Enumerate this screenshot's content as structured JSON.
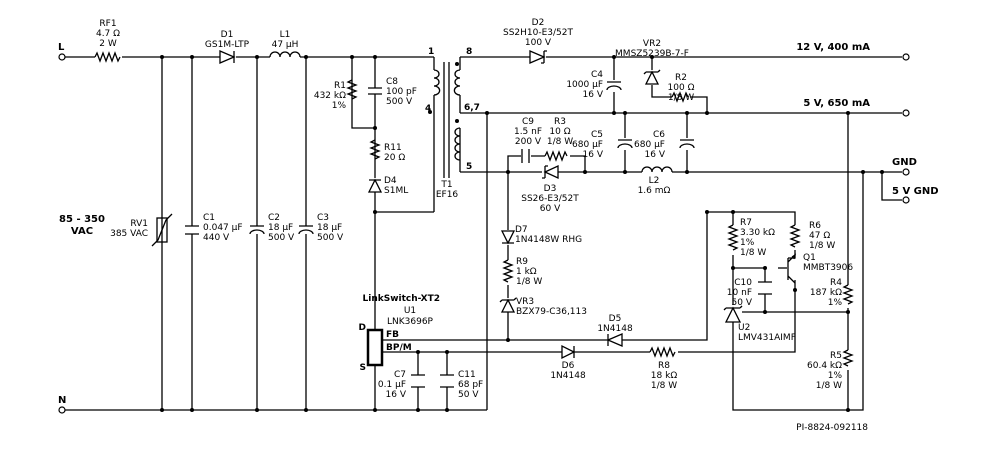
{
  "terminals": {
    "L": "L",
    "N": "N",
    "out12": "12 V, 400 mA",
    "out5": "5 V, 650 mA",
    "gnd": "GND",
    "gnd5": "5 V GND"
  },
  "input": {
    "line1": "85 - 350",
    "line2": "VAC"
  },
  "parts": {
    "RF1": [
      "RF1",
      "4.7 Ω",
      "2 W"
    ],
    "D1": [
      "D1",
      "GS1M-LTP"
    ],
    "L1": [
      "L1",
      "47 µH"
    ],
    "RV1": [
      "RV1",
      "385 VAC"
    ],
    "C1": [
      "C1",
      "0.047 µF",
      "440 V"
    ],
    "C2": [
      "C2",
      "18 µF",
      "500 V"
    ],
    "C3": [
      "C3",
      "18 µF",
      "500 V"
    ],
    "R1": [
      "R1",
      "432 kΩ",
      "1%"
    ],
    "C8": [
      "C8",
      "100 pF",
      "500 V"
    ],
    "R11": [
      "R11",
      "20 Ω"
    ],
    "D4": [
      "D4",
      "S1ML"
    ],
    "T1": [
      "T1",
      "EF16"
    ],
    "D2": [
      "D2",
      "SS2H10-E3/52T",
      "100 V"
    ],
    "VR2": [
      "VR2",
      "MMSZ5239B-7-F"
    ],
    "C4": [
      "C4",
      "1000 µF",
      "16 V"
    ],
    "R2": [
      "R2",
      "100 Ω",
      "1/8 W"
    ],
    "C9": [
      "C9",
      "1.5 nF",
      "200 V"
    ],
    "R3": [
      "R3",
      "10 Ω",
      "1/8 W"
    ],
    "C5": [
      "C5",
      "680 µF",
      "16 V"
    ],
    "C6": [
      "C6",
      "680 µF",
      "16 V"
    ],
    "D3": [
      "D3",
      "SS26-E3/52T",
      "60 V"
    ],
    "L2": [
      "L2",
      "1.6 mΩ"
    ],
    "D7": [
      "D7",
      "1N4148W RHG"
    ],
    "R9": [
      "R9",
      "1 kΩ",
      "1/8 W"
    ],
    "VR3": [
      "VR3",
      "BZX79-C36,113"
    ],
    "D5": [
      "D5",
      "1N4148"
    ],
    "D6": [
      "D6",
      "1N4148"
    ],
    "R8": [
      "R8",
      "18 kΩ",
      "1/8 W"
    ],
    "R7": [
      "R7",
      "3.30 kΩ",
      "1%",
      "1/8 W"
    ],
    "R6": [
      "R6",
      "47 Ω",
      "1/8 W"
    ],
    "Q1": [
      "Q1",
      "MMBT3906"
    ],
    "C10": [
      "C10",
      "10 nF",
      "50 V"
    ],
    "R4": [
      "R4",
      "187 kΩ",
      "1%"
    ],
    "U2": [
      "U2",
      "LMV431AIMF"
    ],
    "R5": [
      "R5",
      "60.4 kΩ",
      "1%",
      "1/8 W"
    ],
    "C7": [
      "C7",
      "0.1 µF",
      "16 V"
    ],
    "C11": [
      "C11",
      "68 pF",
      "50 V"
    ]
  },
  "ic": {
    "family": "LinkSwitch-XT2",
    "ref": "U1",
    "part": "LNK3696P",
    "pinD": "D",
    "pinS": "S",
    "pinFB": "FB",
    "pinBPM": "BP/M"
  },
  "pins": {
    "p1": "1",
    "p4": "4",
    "p8": "8",
    "p67": "6,7",
    "p5": "5"
  },
  "code": "PI-8824-092118"
}
